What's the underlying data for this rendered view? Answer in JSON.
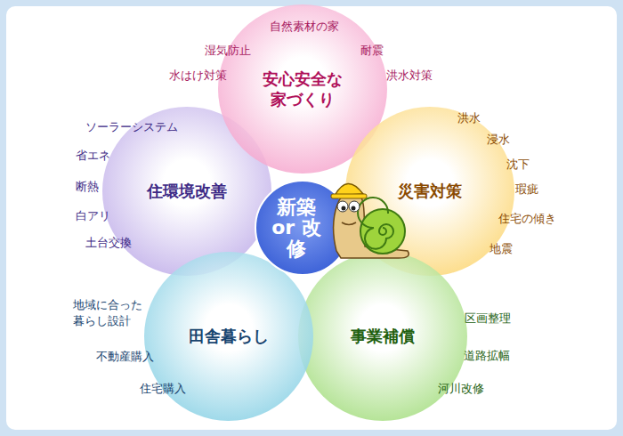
{
  "diagram": {
    "nodes": [
      {
        "text": [
          "安心安全な 家づくり"
        ]
      },
      {
        "text": [
          "住環境改善"
        ]
      },
      {
        "text": [
          "新築 or 改修"
        ]
      },
      {
        "text": [
          "災害対策"
        ]
      },
      {
        "text": [
          "田舎暮らし"
        ]
      },
      {
        "text": [
          "事業補償"
        ]
      }
    ],
    "labels": [
      "自然素材の家",
      "湿気防止",
      "耐震",
      "水はけ対策",
      "洪水対策",
      "ソーラーシステム",
      "省エネ",
      "断熱",
      "白アリ",
      "土台交換",
      "洪水",
      "浸水",
      "沈下",
      "瑕疵",
      "住宅の傾き",
      "地震",
      "地域に合った 暮らし設計",
      "不動産購入",
      "住宅購入",
      "区画整理",
      "道路拡幅",
      "河川改修"
    ]
  }
}
